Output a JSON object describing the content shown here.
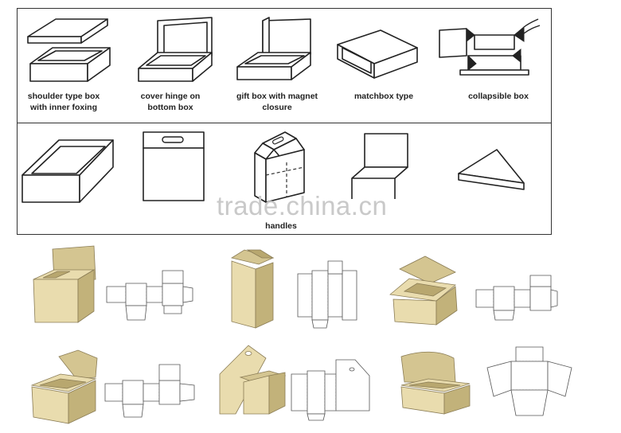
{
  "box_styles_row1": [
    {
      "label_line1": "shoulder type box",
      "label_line2": "with inner foxing"
    },
    {
      "label_line1": "cover hinge on",
      "label_line2": "bottom box"
    },
    {
      "label_line1": "gift box with magnet",
      "label_line2": "closure"
    },
    {
      "label_line1": "matchbox type",
      "label_line2": ""
    },
    {
      "label_line1": "collapsible box",
      "label_line2": ""
    }
  ],
  "box_styles_row2": {
    "handles_label": "handles"
  },
  "watermark": "trade.china.cn"
}
